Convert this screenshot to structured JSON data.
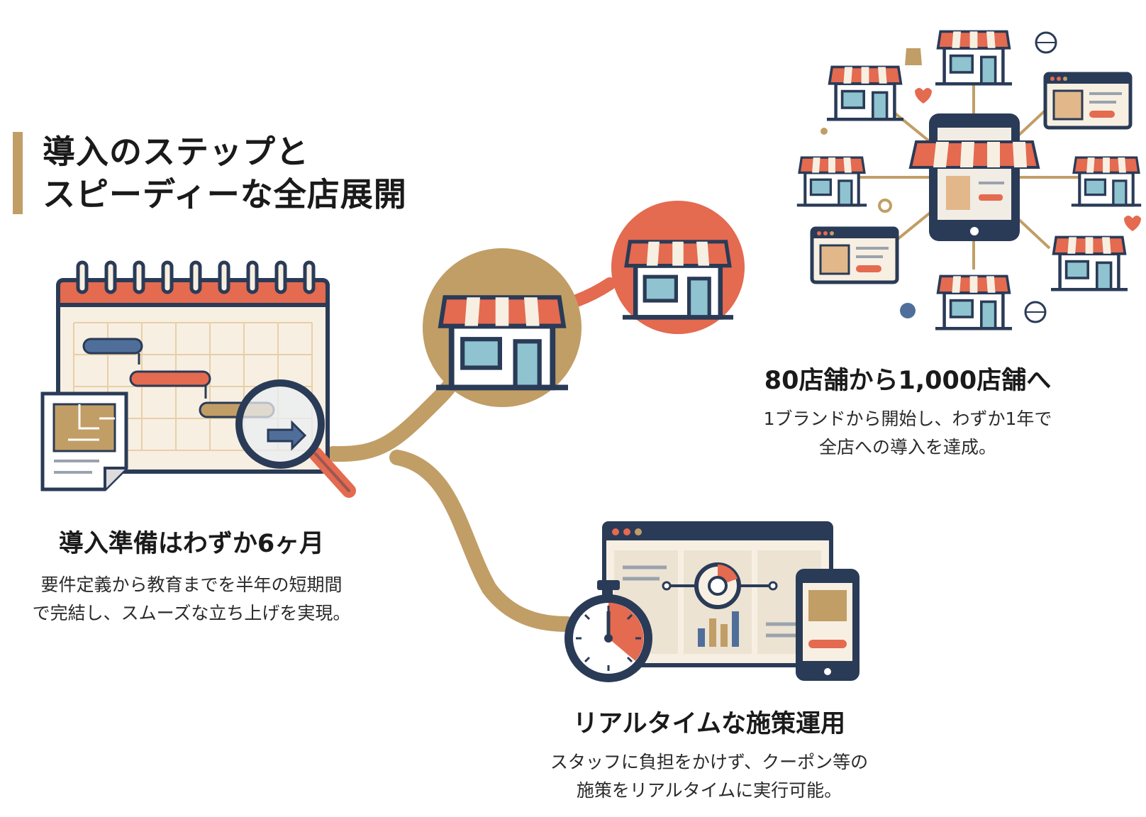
{
  "title": {
    "line1": "導入のステップと",
    "line2": "スピーディーな全店展開"
  },
  "step_preparation": {
    "heading": "導入準備はわずか6ヶ月",
    "desc_line1": "要件定義から教育までを半年の短期間",
    "desc_line2": "で完結し、スムーズな立ち上げを実現。"
  },
  "step_expansion": {
    "heading": "80店舗から1,000店舗へ",
    "desc_line1": "1ブランドから開始し、わずか1年で",
    "desc_line2": "全店への導入を達成。"
  },
  "step_realtime": {
    "heading": "リアルタイムな施策運用",
    "desc_line1": "スタッフに負担をかけず、クーポン等の",
    "desc_line2": "施策をリアルタイムに実行可能。"
  },
  "colors": {
    "gold": "#c19e66",
    "coral": "#e46a50",
    "navy": "#2a3b57",
    "cream": "#f7efe2",
    "light_blue": "#8fc3cf"
  }
}
